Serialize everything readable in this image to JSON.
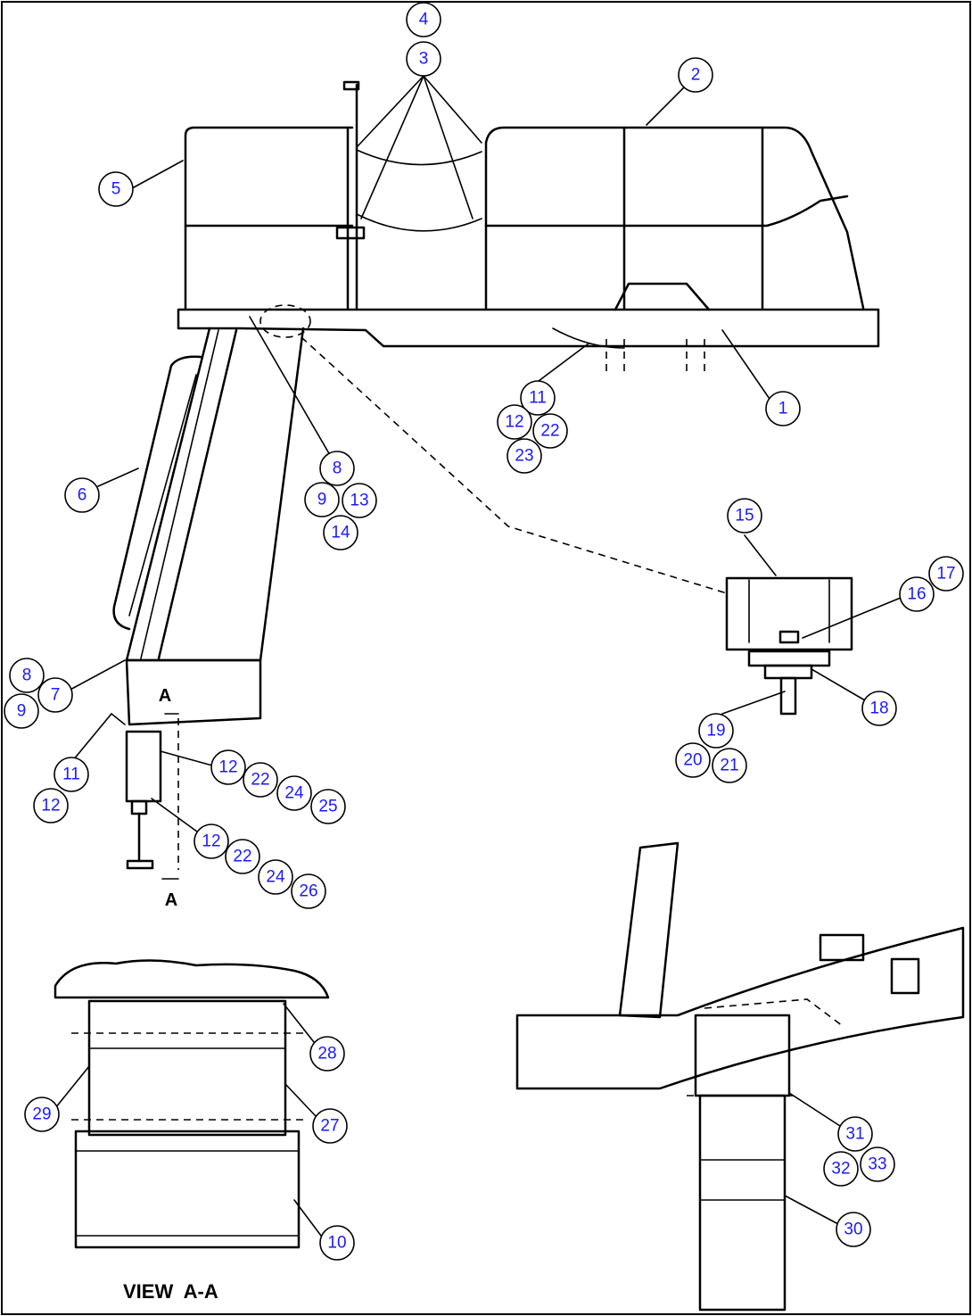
{
  "callouts": [
    {
      "id": "c4",
      "text": "4"
    },
    {
      "id": "c3",
      "text": "3"
    },
    {
      "id": "c2",
      "text": "2"
    },
    {
      "id": "c5",
      "text": "5"
    },
    {
      "id": "c1",
      "text": "1"
    },
    {
      "id": "c11a",
      "text": "11"
    },
    {
      "id": "c12a",
      "text": "12"
    },
    {
      "id": "c22a",
      "text": "22"
    },
    {
      "id": "c23",
      "text": "23"
    },
    {
      "id": "c6",
      "text": "6"
    },
    {
      "id": "c8a",
      "text": "8"
    },
    {
      "id": "c9a",
      "text": "9"
    },
    {
      "id": "c13",
      "text": "13"
    },
    {
      "id": "c14",
      "text": "14"
    },
    {
      "id": "c15",
      "text": "15"
    },
    {
      "id": "c17",
      "text": "17"
    },
    {
      "id": "c16",
      "text": "16"
    },
    {
      "id": "c18",
      "text": "18"
    },
    {
      "id": "c19",
      "text": "19"
    },
    {
      "id": "c20",
      "text": "20"
    },
    {
      "id": "c21",
      "text": "21"
    },
    {
      "id": "c8b",
      "text": "8"
    },
    {
      "id": "c7",
      "text": "7"
    },
    {
      "id": "c9b",
      "text": "9"
    },
    {
      "id": "c11b",
      "text": "11"
    },
    {
      "id": "c12b",
      "text": "12"
    },
    {
      "id": "c12c",
      "text": "12"
    },
    {
      "id": "c22b",
      "text": "22"
    },
    {
      "id": "c24a",
      "text": "24"
    },
    {
      "id": "c25",
      "text": "25"
    },
    {
      "id": "c12d",
      "text": "12"
    },
    {
      "id": "c22c",
      "text": "22"
    },
    {
      "id": "c24b",
      "text": "24"
    },
    {
      "id": "c26",
      "text": "26"
    },
    {
      "id": "c28",
      "text": "28"
    },
    {
      "id": "c29",
      "text": "29"
    },
    {
      "id": "c27",
      "text": "27"
    },
    {
      "id": "c10",
      "text": "10"
    },
    {
      "id": "c31",
      "text": "31"
    },
    {
      "id": "c32",
      "text": "32"
    },
    {
      "id": "c33",
      "text": "33"
    },
    {
      "id": "c30",
      "text": "30"
    }
  ],
  "section_marks": {
    "top": "A",
    "bottom": "A"
  },
  "view_title": "VIEW  A-A"
}
